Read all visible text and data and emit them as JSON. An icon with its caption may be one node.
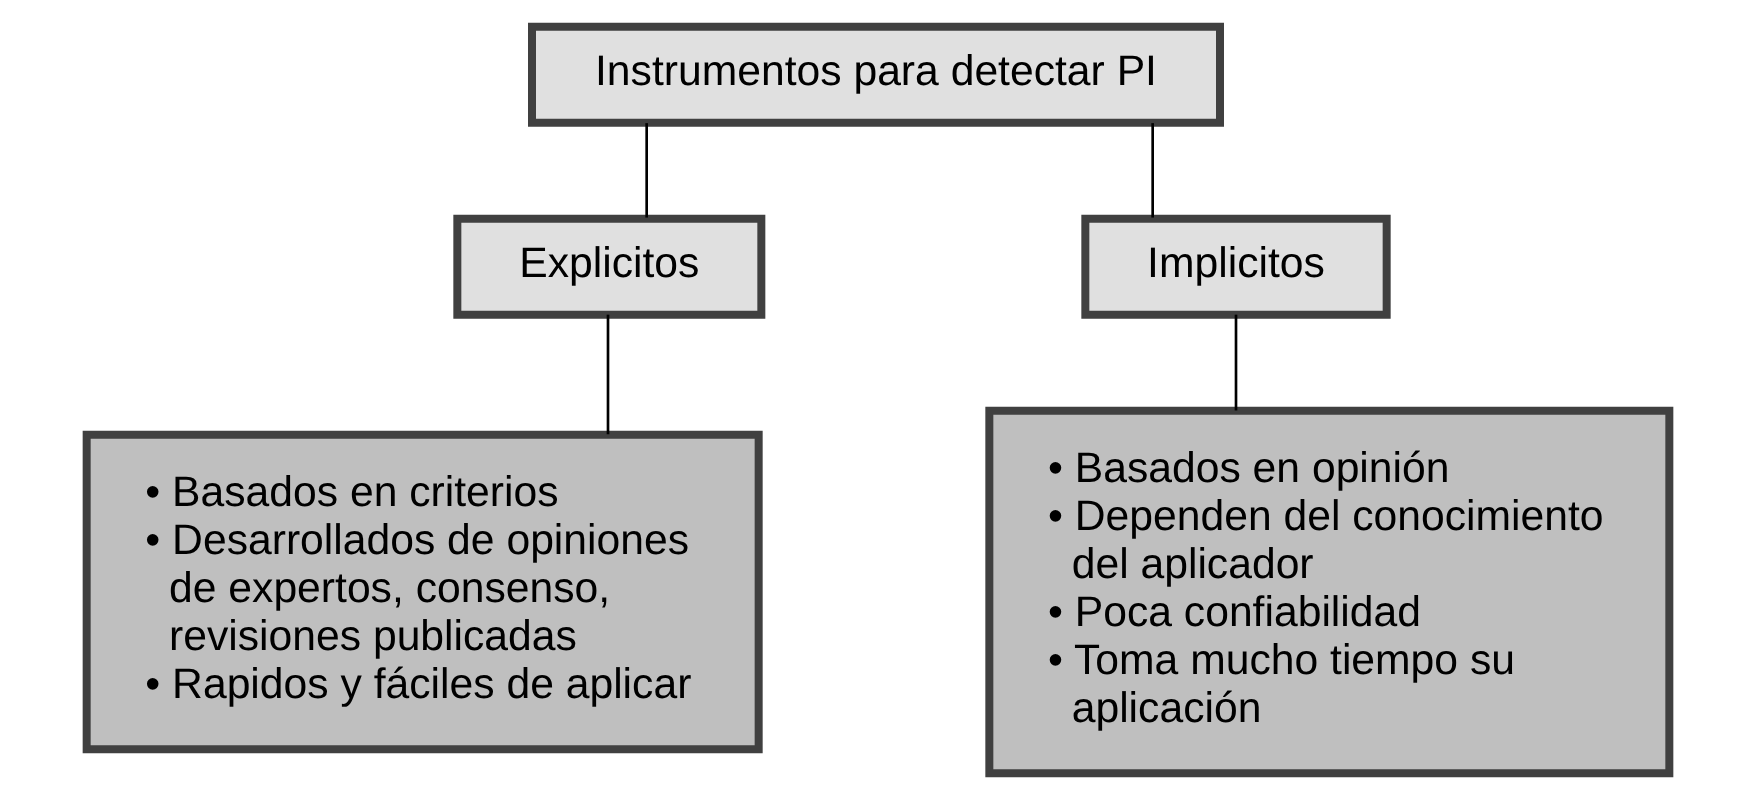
{
  "diagram": {
    "nodes": [
      {
        "text": [
          "Instrumentos para detectar PI"
        ]
      },
      {
        "text": [
          "Explicitos"
        ]
      },
      {
        "text": [
          "Implicitos"
        ]
      },
      {
        "text": [
          "• Basados en criterios",
          "• Desarrollados de opiniones de expertos, consenso, revisiones publicadas",
          "• Rapidos y fáciles de aplicar"
        ]
      },
      {
        "text": [
          "• Basados en opinión",
          "• Dependen del conocimiento del aplicador",
          "• Poca confiabilidad",
          "• Toma mucho tiempo su aplicación"
        ]
      }
    ],
    "edges": [
      {
        "from": 0,
        "to": 1,
        "arrow": "none"
      },
      {
        "from": 0,
        "to": 2,
        "arrow": "none"
      },
      {
        "from": 1,
        "to": 3,
        "arrow": "none"
      },
      {
        "from": 2,
        "to": 4,
        "arrow": "none"
      }
    ]
  }
}
